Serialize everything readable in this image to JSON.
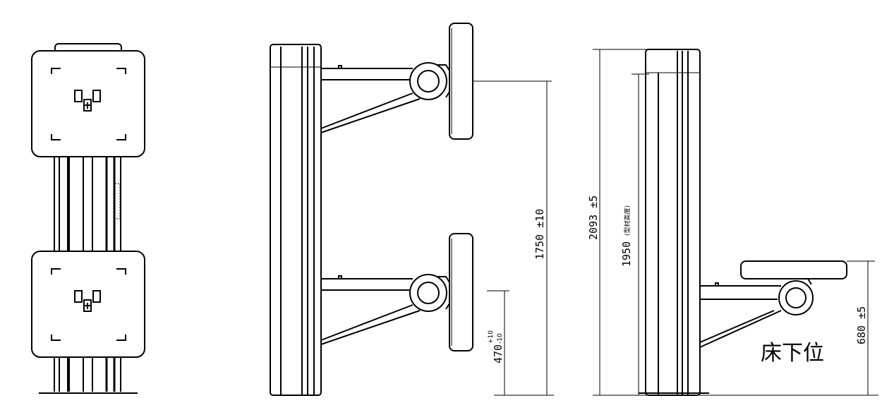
{
  "dimensions": {
    "upper_height": "1750 ±10",
    "lower_height_base": "470",
    "lower_tol_plus": "+10",
    "lower_tol_minus": "-10",
    "total_height": "2093 ±5",
    "profile_height": "1950",
    "profile_height_note": "(型材高度)",
    "under_bed_height": "680 ±5"
  },
  "labels": {
    "under_bed_position": "床下位"
  }
}
